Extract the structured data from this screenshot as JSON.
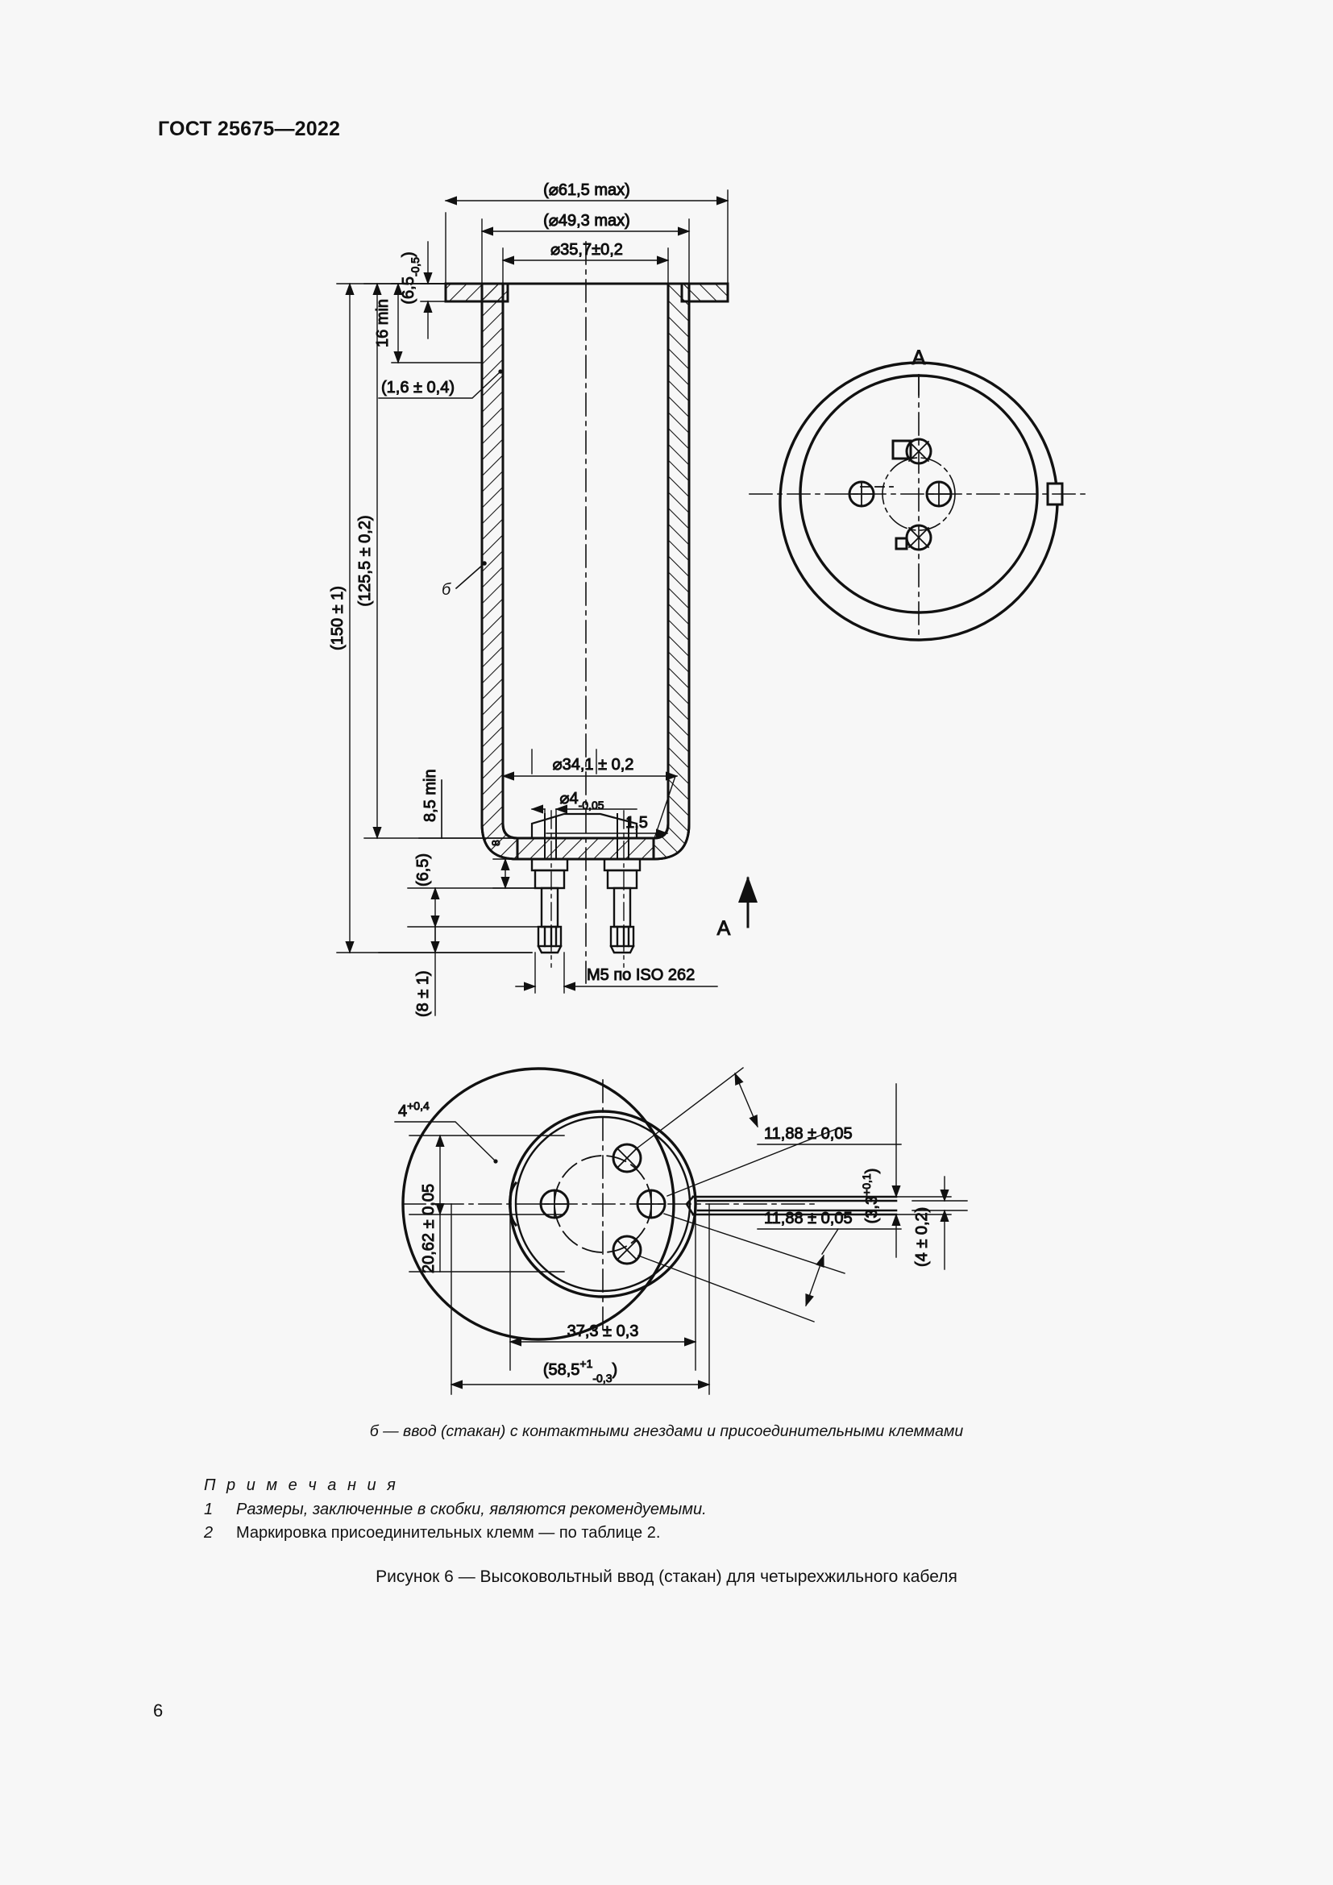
{
  "document": {
    "standard_header": "ГОСТ 25675—2022",
    "page_number": "6"
  },
  "figure": {
    "legend": "б — ввод (стакан) с контактными гнездами и присоединительными клеммами",
    "notes_title": "П р и м е ч а н и я",
    "notes": [
      {
        "num": "1",
        "text": "Размеры, заключенные в скобки, являются рекомендуемыми."
      },
      {
        "num": "2",
        "text": "Маркировка присоединительных клемм — по таблице 2."
      }
    ],
    "caption": "Рисунок 6 — Высоковольтный ввод (стакан) для четырехжильного кабеля"
  },
  "drawing": {
    "part_label": "б",
    "section_marker": "A",
    "section_arrow_label": "A",
    "dimensions": {
      "d_outer_flange": "(⌀61,5 max)",
      "d_outer_body": "(⌀49,3 max)",
      "d_bore": "⌀35,7±0,2",
      "flange_thickness": "(6,5",
      "flange_thickness_tol": "-0,5",
      "flange_thickness_close": ")",
      "rim_depth": "16 min",
      "wall_thickness": "(1,6 ± 0,4)",
      "overall_length": "(150 ± 1)",
      "body_length": "(125,5 ± 0,2)",
      "inner_bottom_dia": "⌀34,1 ± 0,2",
      "pin_dia": "⌀4",
      "pin_dia_tol": "-0,05",
      "pin_spacing": "1,5",
      "bottom_clearance": "8,5 min",
      "bottom_step": "(6,5)",
      "thread_length": "(8 ± 1)",
      "thread_spec": "M5 по ISO 262",
      "eight": "8"
    },
    "bottom_view_dimensions": {
      "notch_width": "4",
      "notch_width_tol": "+0,4",
      "pitch_upper": "11,88 ± 0,05",
      "pitch_lower": "11,88 ± 0,05",
      "tab_thickness": "(3,3",
      "tab_thickness_tol": "+0,1",
      "tab_thickness_close": ")",
      "tab_offset": "(4 ± 0,2)",
      "vertical_offset": "20,62 ± 0,05",
      "inner_width": "37,3 ± 0,3",
      "outer_width": "(58,5",
      "outer_width_tol_up": "+1",
      "outer_width_tol_down": "-0,3",
      "outer_width_close": ")"
    }
  },
  "colors": {
    "ink": "#111111",
    "paper": "#f7f7f7"
  }
}
